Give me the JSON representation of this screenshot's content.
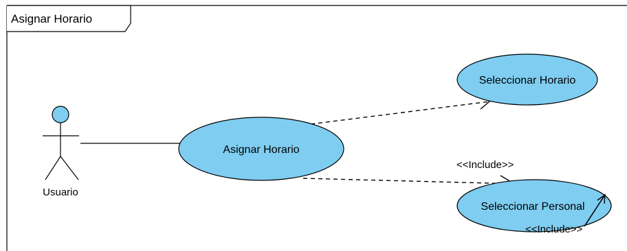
{
  "frame": {
    "title": "Asignar Horario"
  },
  "actor": {
    "name": "Usuario"
  },
  "use_cases": {
    "asignar": "Asignar Horario",
    "seleccionar_horario": "Seleccionar Horario",
    "seleccionar_personal": "Seleccionar Personal"
  },
  "relations": {
    "include_1": "<<Include>>",
    "include_2": "<<Include>>"
  },
  "colors": {
    "use_case_fill": "#7fcdf1",
    "outline": "#000000",
    "background": "#ffffff"
  }
}
